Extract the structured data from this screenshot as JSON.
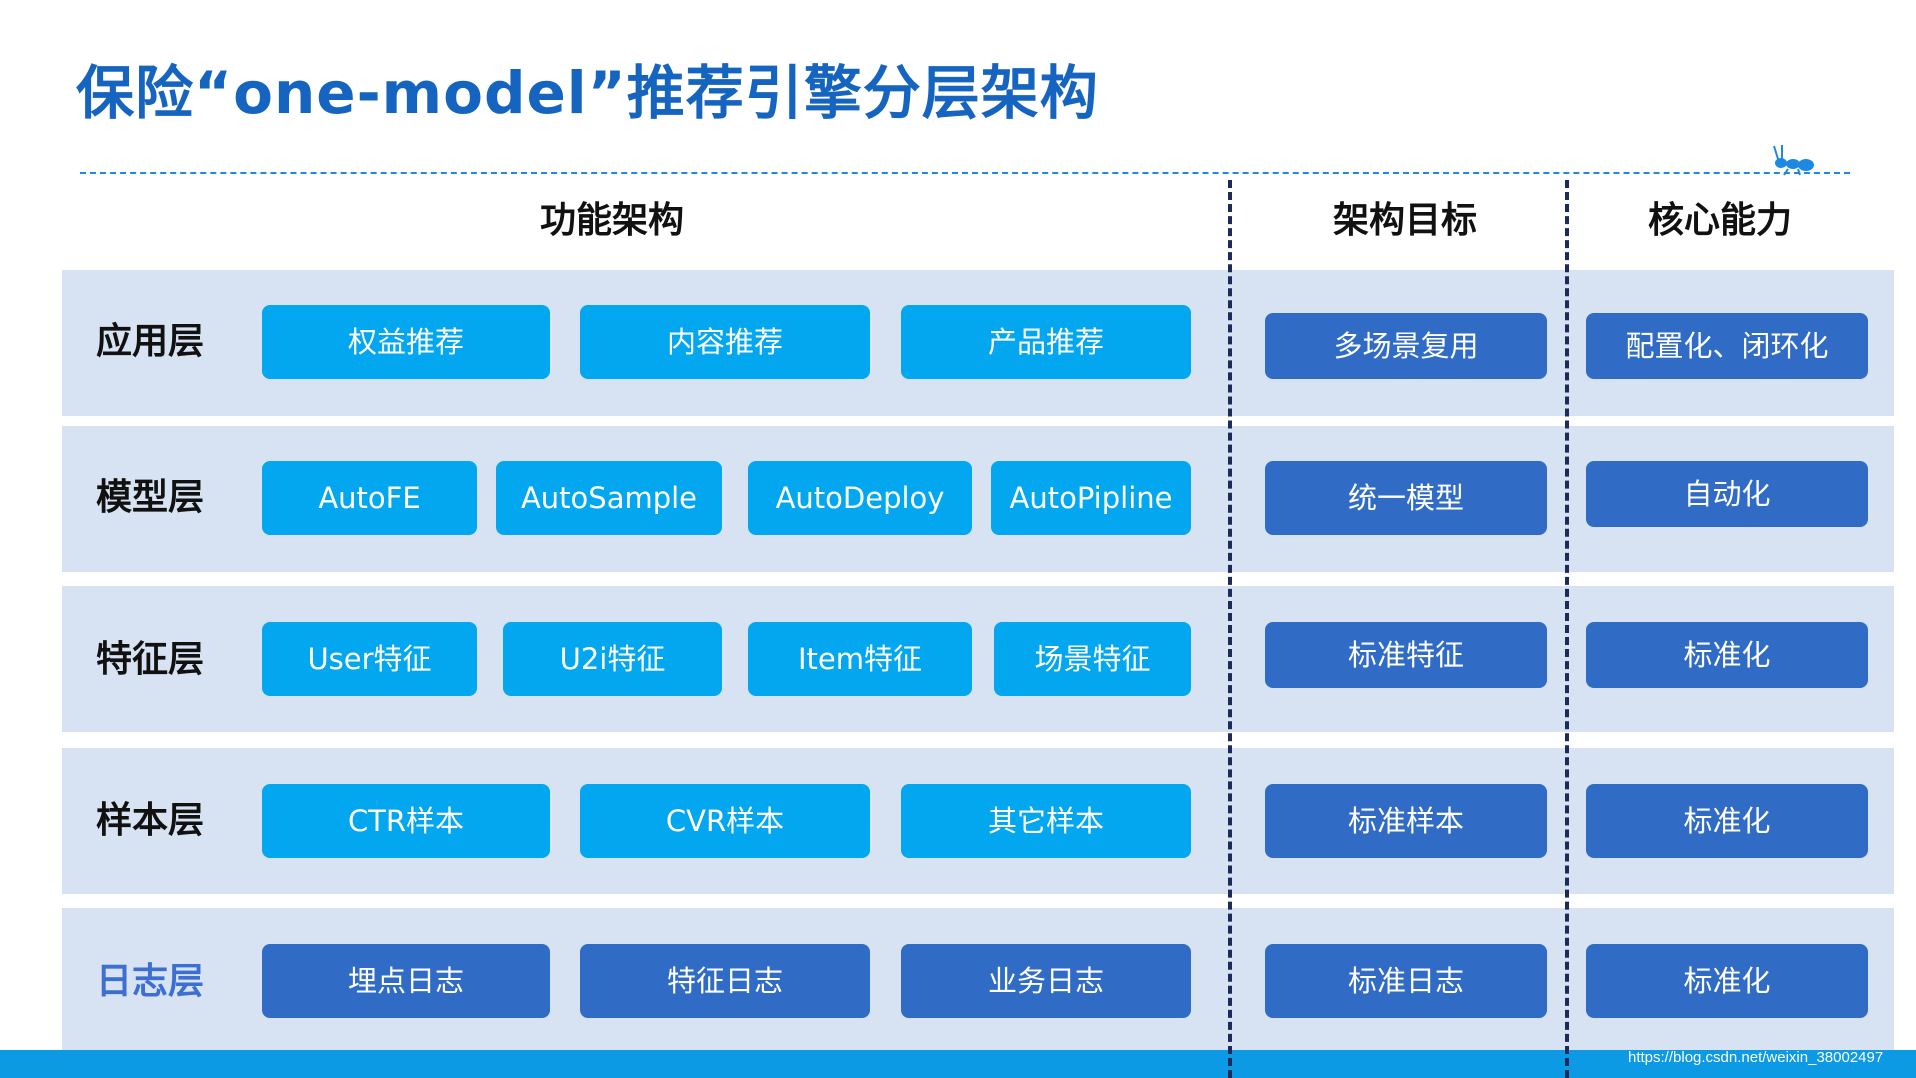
{
  "title": "保险“one-model”推荐引擎分层架构",
  "columns": {
    "functional": "功能架构",
    "goal": "架构目标",
    "capability": "核心能力"
  },
  "rows": [
    {
      "label": "应用层",
      "modules": [
        "权益推荐",
        "内容推荐",
        "产品推荐"
      ],
      "goal": "多场景复用",
      "capability": "配置化、闭环化"
    },
    {
      "label": "模型层",
      "modules": [
        "AutoFE",
        "AutoSample",
        "AutoDeploy",
        "AutoPipline"
      ],
      "goal": "统一模型",
      "capability": "自动化"
    },
    {
      "label": "特征层",
      "modules": [
        "User特征",
        "U2i特征",
        "Item特征",
        "场景特征"
      ],
      "goal": "标准特征",
      "capability": "标准化"
    },
    {
      "label": "样本层",
      "modules": [
        "CTR样本",
        "CVR样本",
        "其它样本"
      ],
      "goal": "标准样本",
      "capability": "标准化"
    },
    {
      "label": "日志层",
      "modules": [
        "埋点日志",
        "特征日志",
        "业务日志"
      ],
      "goal": "标准日志",
      "capability": "标准化"
    }
  ],
  "watermark": "https://blog.csdn.net/weixin_38002497",
  "colors": {
    "title": "#1565c0",
    "band": "#d7e2f2",
    "module_light": "#02a7ef",
    "module_dark": "#306bc6",
    "separator": "#1d2a5c",
    "bottom_bar": "#0b9ae3"
  },
  "icons": {
    "logo": "ant-logo-icon"
  }
}
